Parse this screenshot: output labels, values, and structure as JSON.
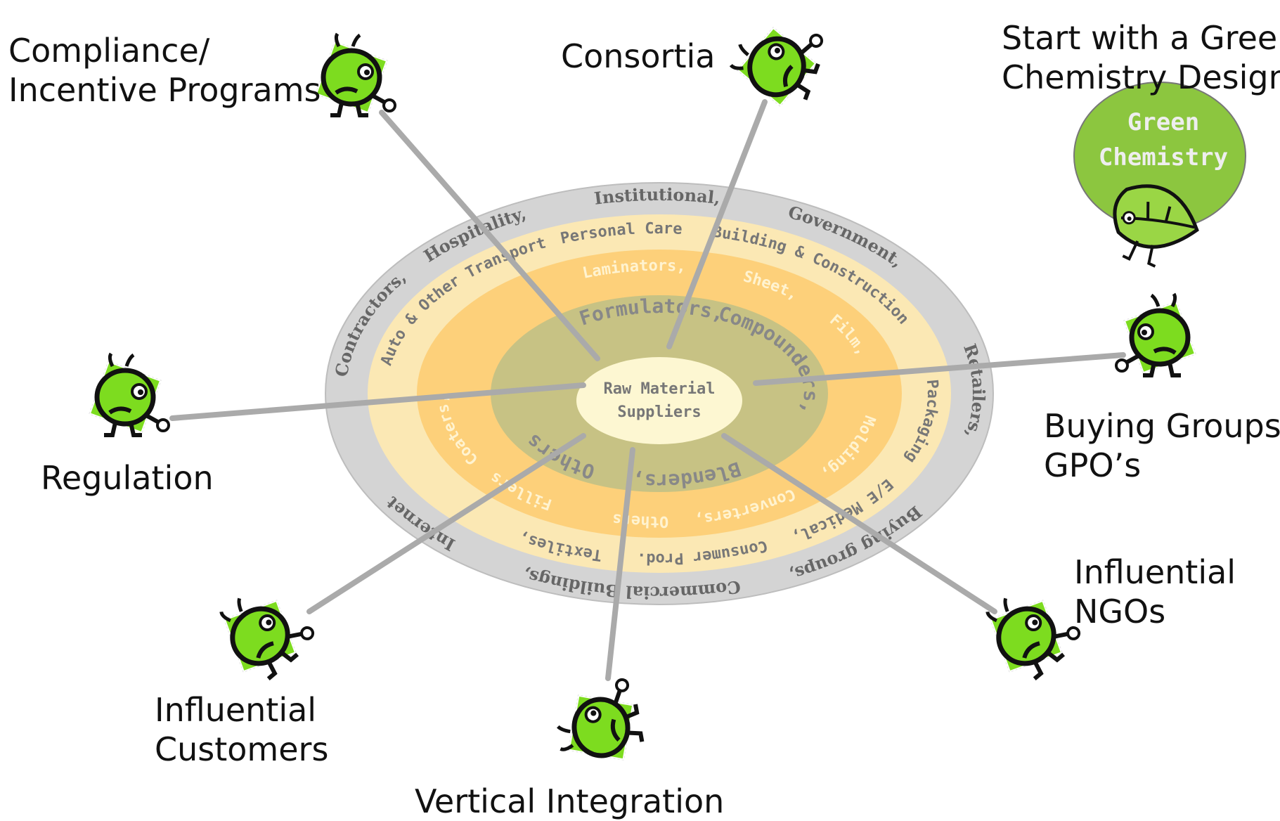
{
  "colors": {
    "outer_ring": "#d4d4d4",
    "ring2": "#fbe8b4",
    "ring3": "#fdd07a",
    "ring4": "#c7c284",
    "center": "#fdf7d2",
    "spoke": "#aaaaaa",
    "figure_green": "#7ddc1f",
    "leaf_green": "#8cc63f"
  },
  "diagram": {
    "center": [
      "Raw Material",
      "Suppliers"
    ],
    "rings": [
      {
        "name": "outer",
        "labels": [
          "Contractors,",
          "Hospitality,",
          "Institutional,",
          "Government,",
          "Retailers,",
          "Buying groups,",
          "Commercial Buildings,",
          "Internet"
        ]
      },
      {
        "name": "second",
        "labels": [
          "Auto & Other Transport",
          "Personal Care",
          "Building & Construction",
          "Packaging",
          "E/E Medical,",
          "Consumer Prod.",
          "Textiles,"
        ]
      },
      {
        "name": "third",
        "labels": [
          "Laminators,",
          "Sheet,",
          "Film,",
          "Molding,",
          "Converters,",
          "Others",
          "Fillers",
          "Coaters,"
        ]
      },
      {
        "name": "inner",
        "labels": [
          "Formulators,",
          "Compounders,",
          "Blenders,",
          "Others"
        ]
      }
    ]
  },
  "actors": [
    {
      "id": "compliance",
      "lines": [
        "Compliance/",
        "Incentive Programs"
      ],
      "icon": "frowning-figure-icon"
    },
    {
      "id": "consortia",
      "lines": [
        "Consortia"
      ],
      "icon": "frowning-figure-icon"
    },
    {
      "id": "buying-groups",
      "lines": [
        "Buying Groups/",
        "GPO’s"
      ],
      "icon": "frowning-figure-icon"
    },
    {
      "id": "ngos",
      "lines": [
        "Influential",
        "NGOs"
      ],
      "icon": "frowning-figure-icon"
    },
    {
      "id": "vertical",
      "lines": [
        "Vertical Integration"
      ],
      "icon": "frowning-figure-icon"
    },
    {
      "id": "customers",
      "lines": [
        "Influential",
        "Customers"
      ],
      "icon": "frowning-figure-icon"
    },
    {
      "id": "regulation",
      "lines": [
        "Regulation"
      ],
      "icon": "frowning-figure-icon"
    }
  ],
  "green_chemistry": {
    "heading": [
      "Start with a Green",
      "Chemistry Design"
    ],
    "badge": [
      "Green",
      "Chemistry"
    ],
    "icon": "leaf-character-icon"
  }
}
